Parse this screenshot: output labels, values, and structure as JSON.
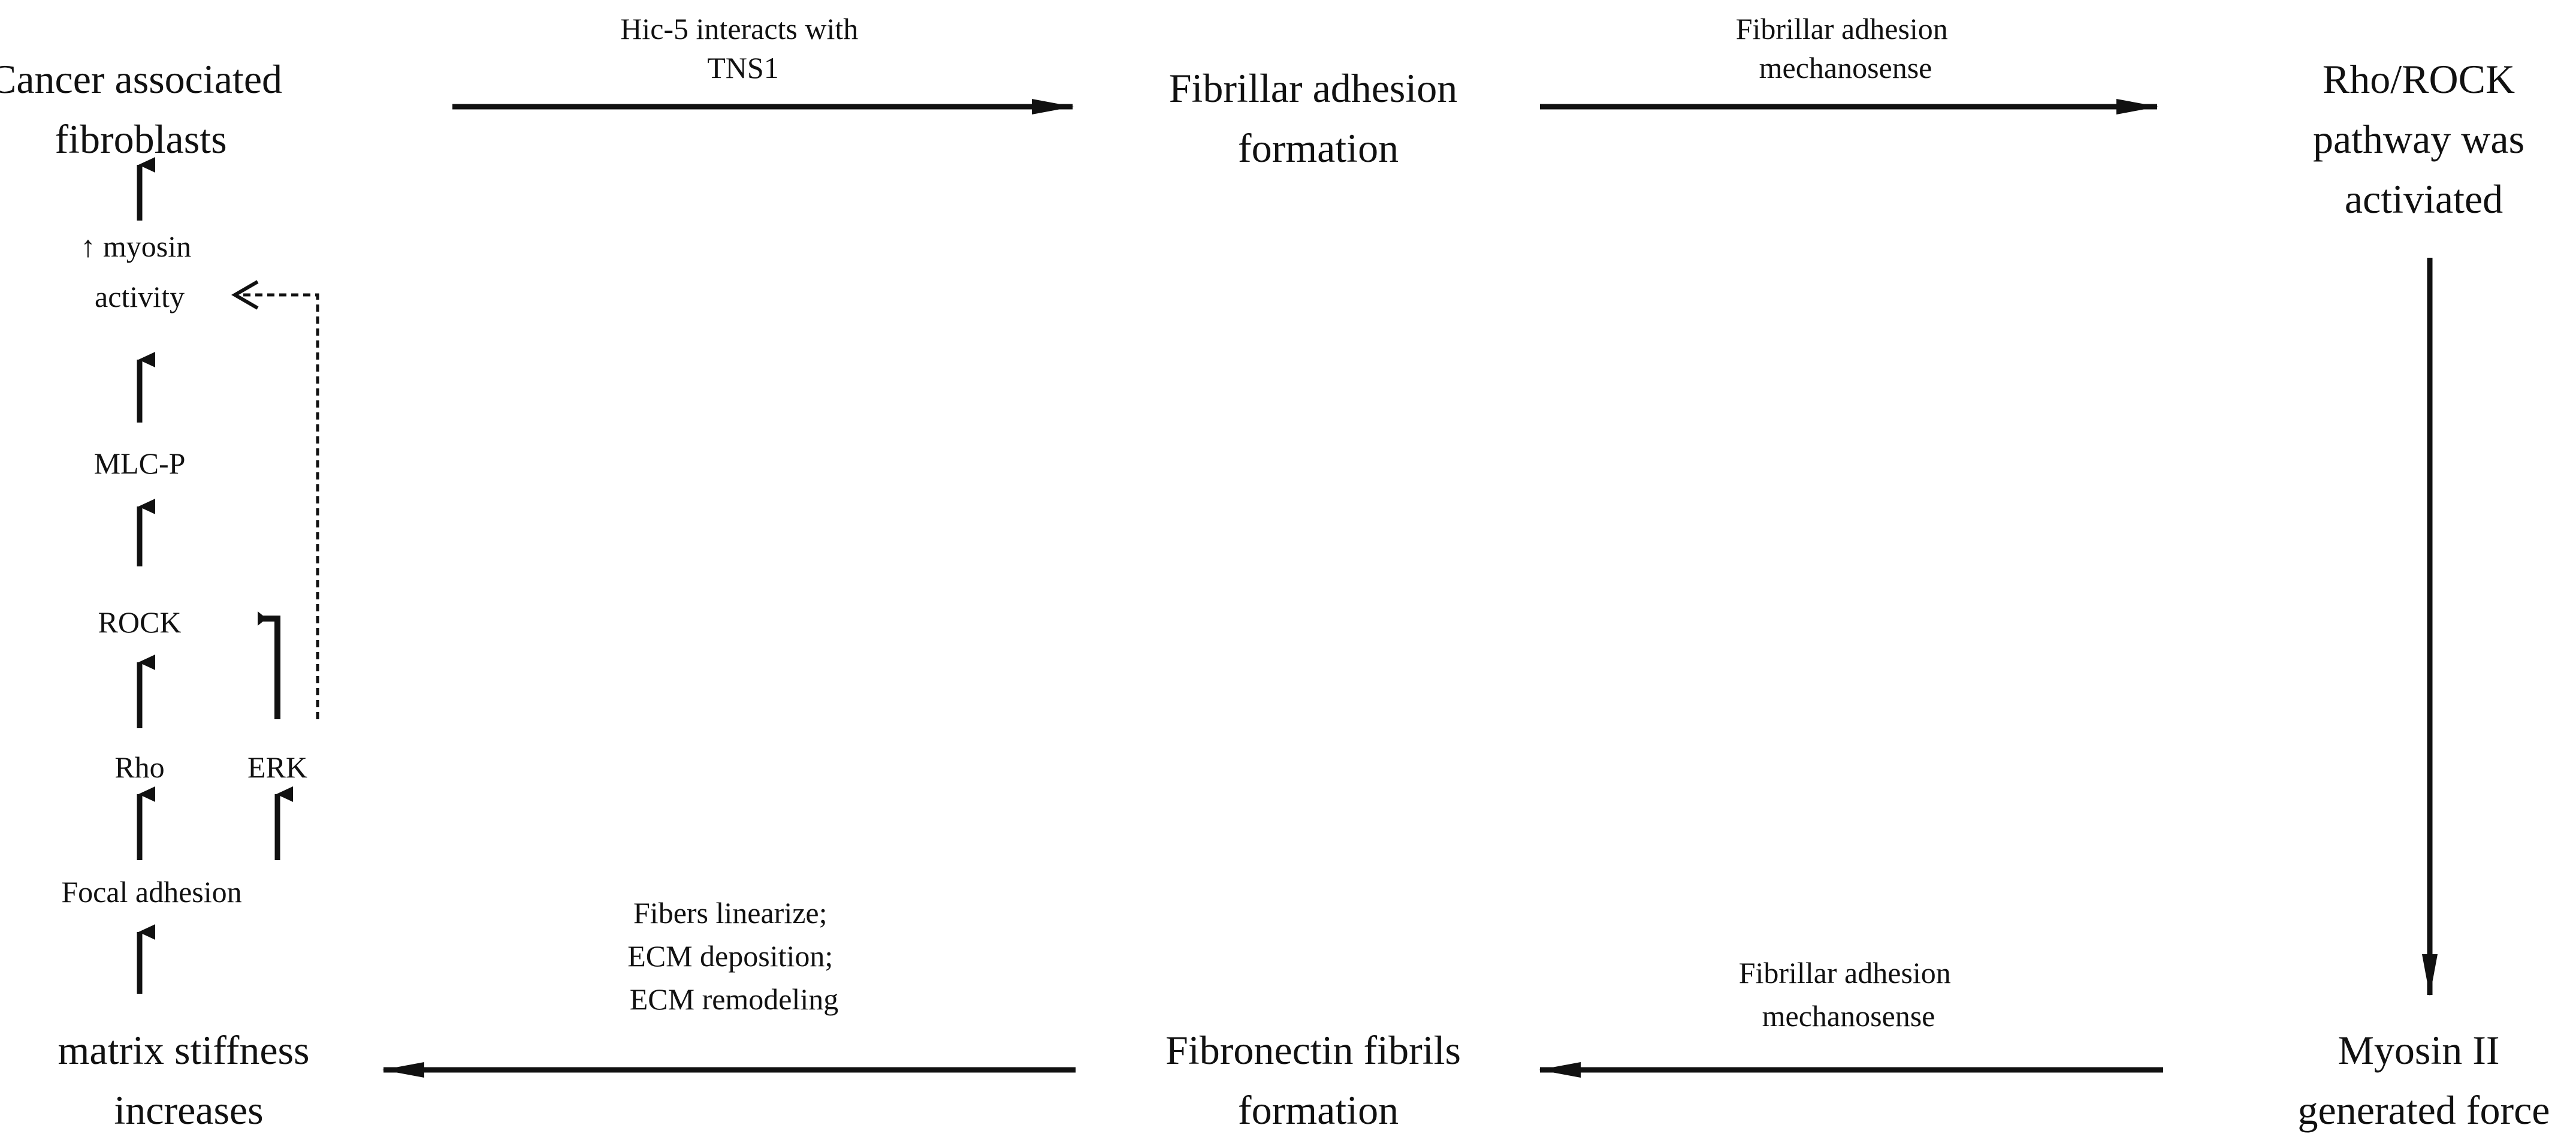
{
  "colors": {
    "ink": "#111111",
    "background": "#ffffff"
  },
  "nodes": {
    "caf": [
      "Cancer associated",
      "fibroblasts"
    ],
    "fibrillar": [
      "Fibrillar adhesion",
      "formation"
    ],
    "rho_rock": [
      "Rho/ROCK",
      "pathway was",
      "activiated"
    ],
    "myosin_ii": [
      "Myosin II",
      "generated force"
    ],
    "fibronectin": [
      "Fibronectin fibrils",
      "formation"
    ],
    "matrix": [
      "matrix stiffness",
      "increases"
    ]
  },
  "edge_labels": {
    "hic5": [
      "Hic-5 interacts with",
      "TNS1"
    ],
    "mech_top": [
      "Fibrillar adhesion",
      "mechanosense"
    ],
    "mech_bottom": [
      "Fibrillar adhesion",
      "mechanosense"
    ],
    "fibers": [
      "Fibers linearize;",
      "ECM deposition;",
      "ECM remodeling"
    ]
  },
  "pathway": {
    "myosin_activity": [
      "↑ myosin",
      "activity"
    ],
    "mlc_p": "MLC-P",
    "rock": "ROCK",
    "rho": "Rho",
    "erk": "ERK",
    "focal_adhesion": "Focal adhesion"
  }
}
